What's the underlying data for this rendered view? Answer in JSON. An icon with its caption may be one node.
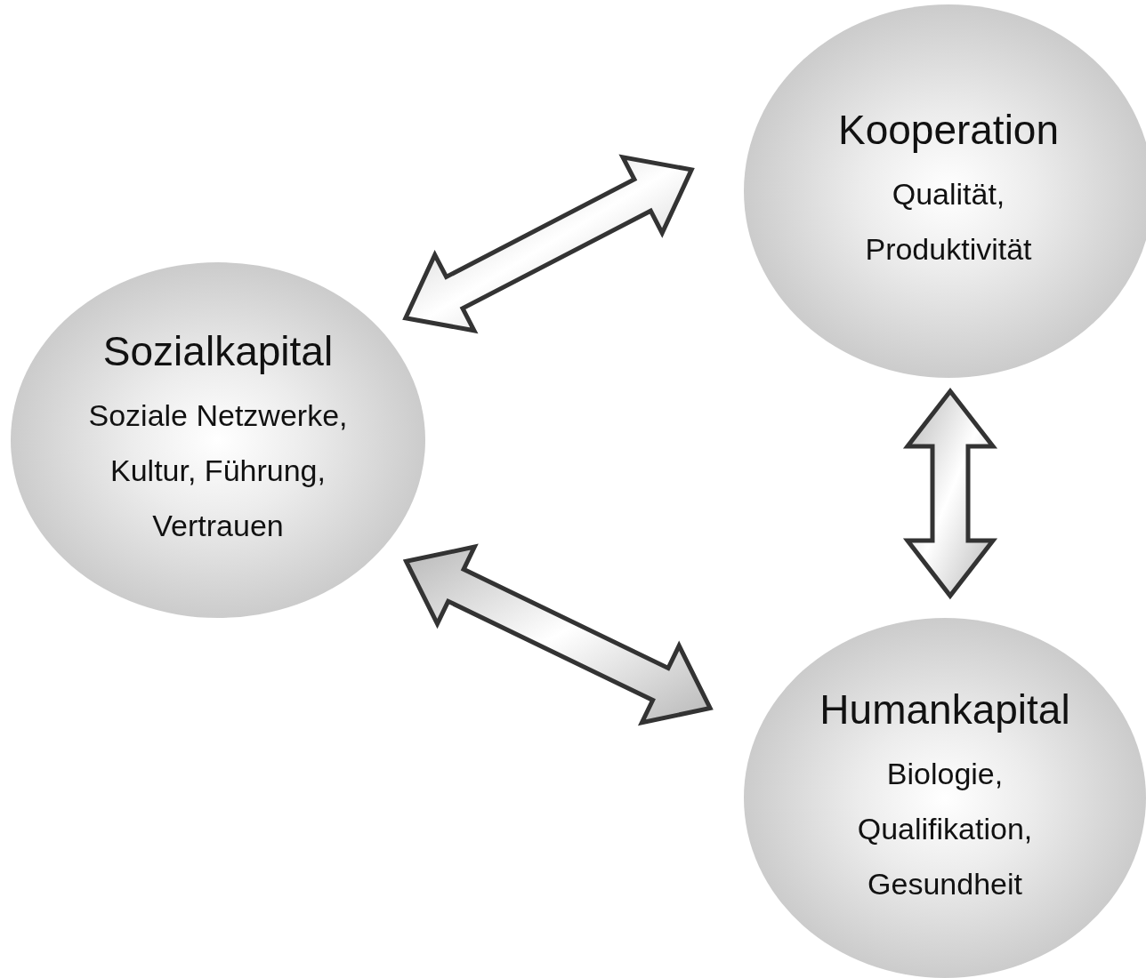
{
  "diagram": {
    "nodes": [
      {
        "text": [
          "Sozialkapital",
          "Soziale Netzwerke, Kultur, Führung, Vertrauen"
        ]
      },
      {
        "text": [
          "Kooperation",
          "Qualität, Produktivität"
        ]
      },
      {
        "text": [
          "Humankapital",
          "Biologie, Qualifikation, Gesundheit"
        ]
      }
    ],
    "edges": [
      {
        "from": 0,
        "to": 1,
        "arrow": "both"
      },
      {
        "from": 1,
        "to": 2,
        "arrow": "both"
      },
      {
        "from": 0,
        "to": 2,
        "arrow": "both"
      }
    ]
  }
}
